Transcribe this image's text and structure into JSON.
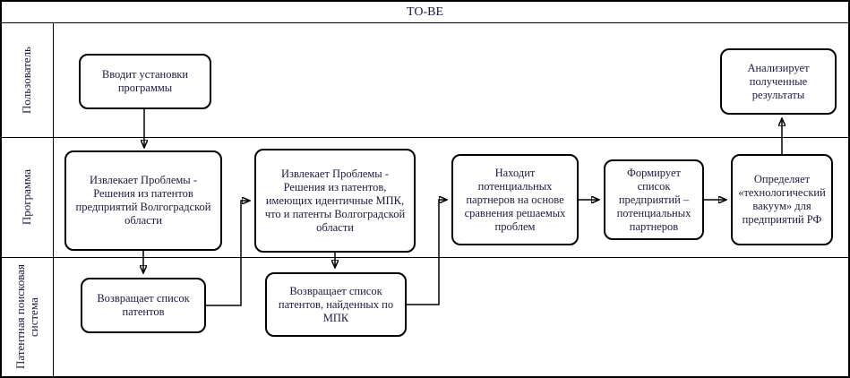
{
  "title": "ТО-ВЕ",
  "colors": {
    "border": "#000000",
    "text": "#1a1a3f",
    "background": "#ffffff"
  },
  "lanes": [
    {
      "label": "Пользователь",
      "nodes": [
        {
          "label": "Вводит установки программы"
        },
        {
          "label": "Анализирует полученные результаты"
        }
      ]
    },
    {
      "label": "Программа",
      "nodes": [
        {
          "label": "Извлекает Проблемы - Решения из патентов предприятий Волгоградской области"
        },
        {
          "label": "Извлекает Проблемы - Решения из патентов, имеющих идентичные МПК, что и патенты Волгоградской области"
        },
        {
          "label": "Находит потенциальных партнеров на основе сравнения решаемых проблем"
        },
        {
          "label": "Формирует список предприятий – потенциальных партнеров"
        },
        {
          "label": "Определяет «технологический вакуум» для предприятий РФ"
        }
      ]
    },
    {
      "label": "Патентная поисковая система",
      "nodes": [
        {
          "label": "Возвращает список патентов"
        },
        {
          "label": "Возвращает список патентов, найденных по МПК"
        }
      ]
    }
  ]
}
